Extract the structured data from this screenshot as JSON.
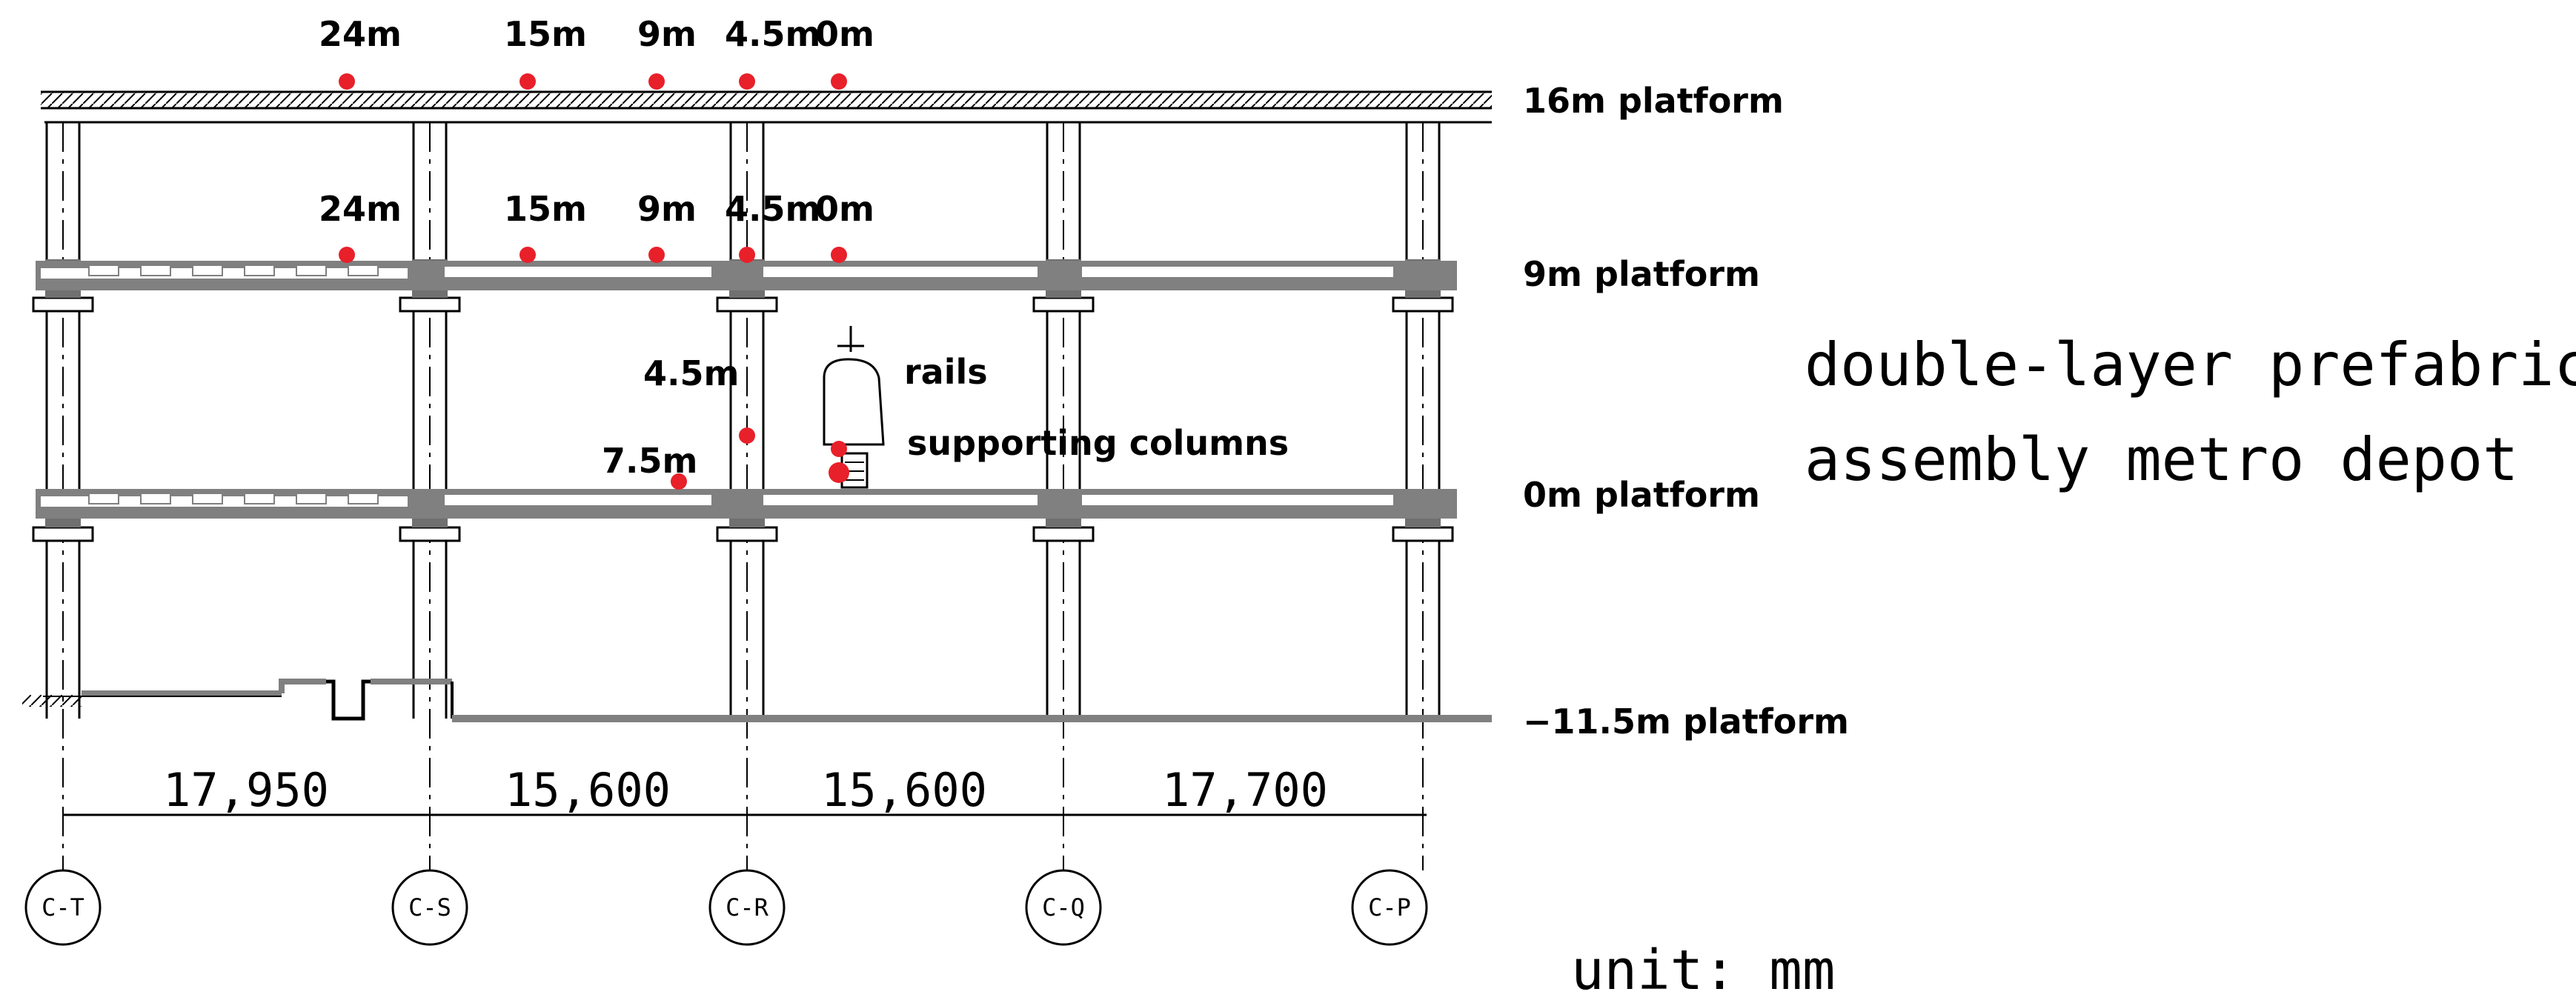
{
  "diagram": {
    "title_lines": [
      "double-layer prefabricated",
      "assembly metro depot"
    ],
    "unit_label": "unit: mm",
    "platforms": [
      {
        "id": "p16",
        "label": "16m platform"
      },
      {
        "id": "p9",
        "label": "9m platform"
      },
      {
        "id": "p0",
        "label": "0m platform"
      },
      {
        "id": "pn115",
        "label": "−11.5m platform"
      }
    ],
    "measurement_points_top": [
      "24m",
      "15m",
      "9m",
      "4.5m",
      "0m"
    ],
    "measurement_points_mid": [
      "24m",
      "15m",
      "9m",
      "4.5m",
      "0m"
    ],
    "measurement_points_lower": [
      "4.5m",
      "7.5m"
    ],
    "annotations": {
      "rails": "rails",
      "supporting_columns": "supporting columns"
    },
    "spans": [
      "17,950",
      "15,600",
      "15,600",
      "17,700"
    ],
    "axes": [
      "C-T",
      "C-S",
      "C-R",
      "C-Q",
      "C-P"
    ],
    "colors": {
      "marker": "#e8202a",
      "line": "#000000",
      "slab": "#808080",
      "slab_light": "#a0a0a0"
    }
  }
}
